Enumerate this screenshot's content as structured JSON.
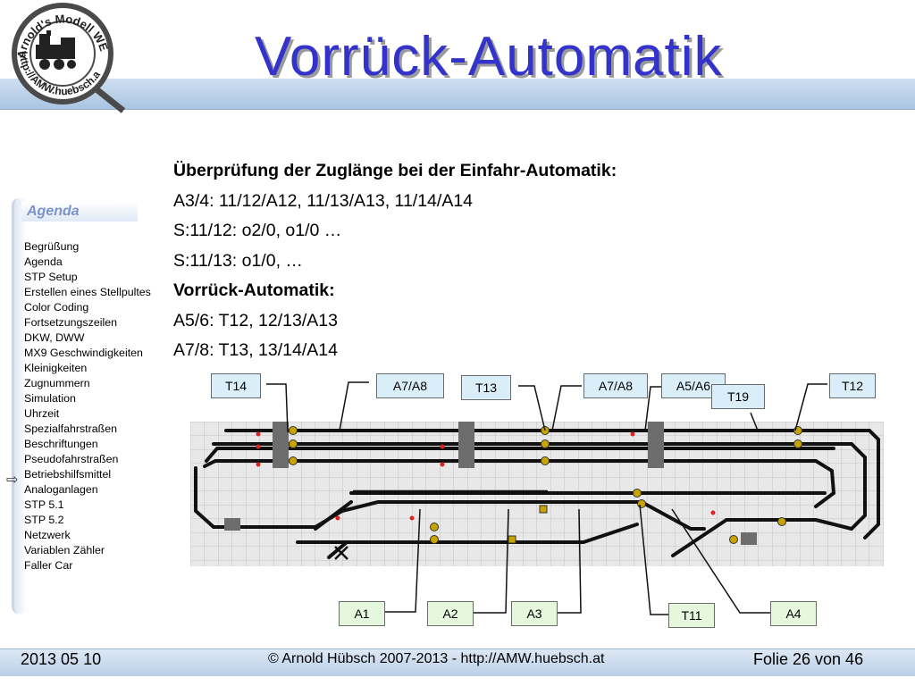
{
  "logo": {
    "arc_top": "Arnold's Modell WEB",
    "arc_bottom": "http://AMW.huebsch.at"
  },
  "title": "Vorrück-Automatik",
  "agenda": {
    "heading": "Agenda",
    "items": [
      "Begrüßung",
      "Agenda",
      "STP Setup",
      "Erstellen eines Stellpultes",
      "Color Coding",
      "Fortsetzungszeilen",
      "DKW, DWW",
      "MX9 Geschwindigkeiten",
      "Kleinigkeiten",
      "Zugnummern",
      "Simulation",
      "Uhrzeit",
      "Spezialfahrstraßen",
      "Beschriftungen",
      "Pseudofahrstraßen",
      "Betriebshilfsmittel",
      "Analoganlagen",
      "STP 5.1",
      "STP 5.2",
      "Netzwerk",
      "Variablen Zähler",
      "Faller Car"
    ],
    "current_index": 15
  },
  "content": [
    {
      "text": "Überprüfung der Zuglänge bei der Einfahr-Automatik:",
      "bold": true
    },
    {
      "text": "A3/4: 11/12/A12, 11/13/A13, 11/14/A14",
      "bold": false
    },
    {
      "text": "S:11/12: o2/0, o1/0 …",
      "bold": false
    },
    {
      "text": "S:11/13: o1/0, …",
      "bold": false
    },
    {
      "text": "Vorrück-Automatik:",
      "bold": true
    },
    {
      "text": "A5/6: T12, 12/13/A13",
      "bold": false
    },
    {
      "text": "A7/8: T13, 13/14/A14",
      "bold": false
    }
  ],
  "callouts": {
    "t14": "T14",
    "a7a8_left": "A7/A8",
    "t13": "T13",
    "a7a8_right": "A7/A8",
    "a5a6": "A5/A6",
    "t19": "T19",
    "t12": "T12",
    "a1": "A1",
    "a2": "A2",
    "a3": "A3",
    "t11": "T11",
    "a4": "A4"
  },
  "footer": {
    "date": "2013 05 10",
    "copyright": "© Arnold Hübsch 2007-2013   -   http://AMW.huebsch.at",
    "slide": "Folie 26 von  46"
  }
}
